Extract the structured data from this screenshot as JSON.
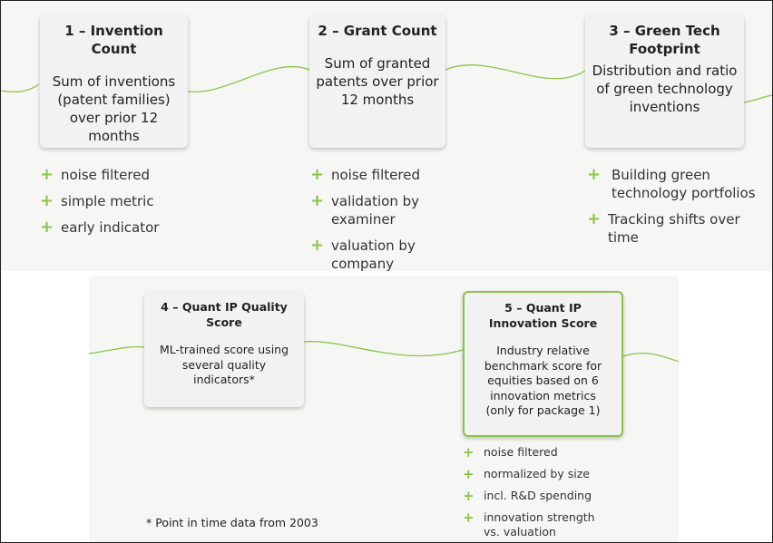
{
  "steps_top": [
    {
      "title": "1 – Invention Count",
      "body": "Sum of inventions (patent families) over prior 12 months",
      "bullets": [
        "noise filtered",
        "simple metric",
        "early indicator"
      ]
    },
    {
      "title": "2 – Grant Count",
      "body": "Sum of granted patents over prior 12 months",
      "bullets": [
        "noise filtered",
        "validation by examiner",
        "valuation by company"
      ]
    },
    {
      "title": "3 – Green Tech Footprint",
      "body": "Distribution and ratio of green technology inventions",
      "bullets": [
        "Building green technology portfolios",
        "Tracking shifts over time"
      ]
    }
  ],
  "steps_bottom": [
    {
      "title": "4 – Quant IP Quality Score",
      "body": "ML-trained score using several quality indicators*"
    },
    {
      "title": "5 – Quant IP Innovation Score",
      "body": "Industry relative benchmark score for equities based on 6 innovation metrics (only for package 1)",
      "bullets": [
        "noise filtered",
        "normalized by size",
        "incl. R&D spending",
        "innovation strength vs. valuation"
      ]
    }
  ],
  "footnote": "* Point in time data from 2003",
  "colors": {
    "accent": "#8cc44a",
    "card": "#f2f2f2",
    "band": "#f6f6f4"
  }
}
